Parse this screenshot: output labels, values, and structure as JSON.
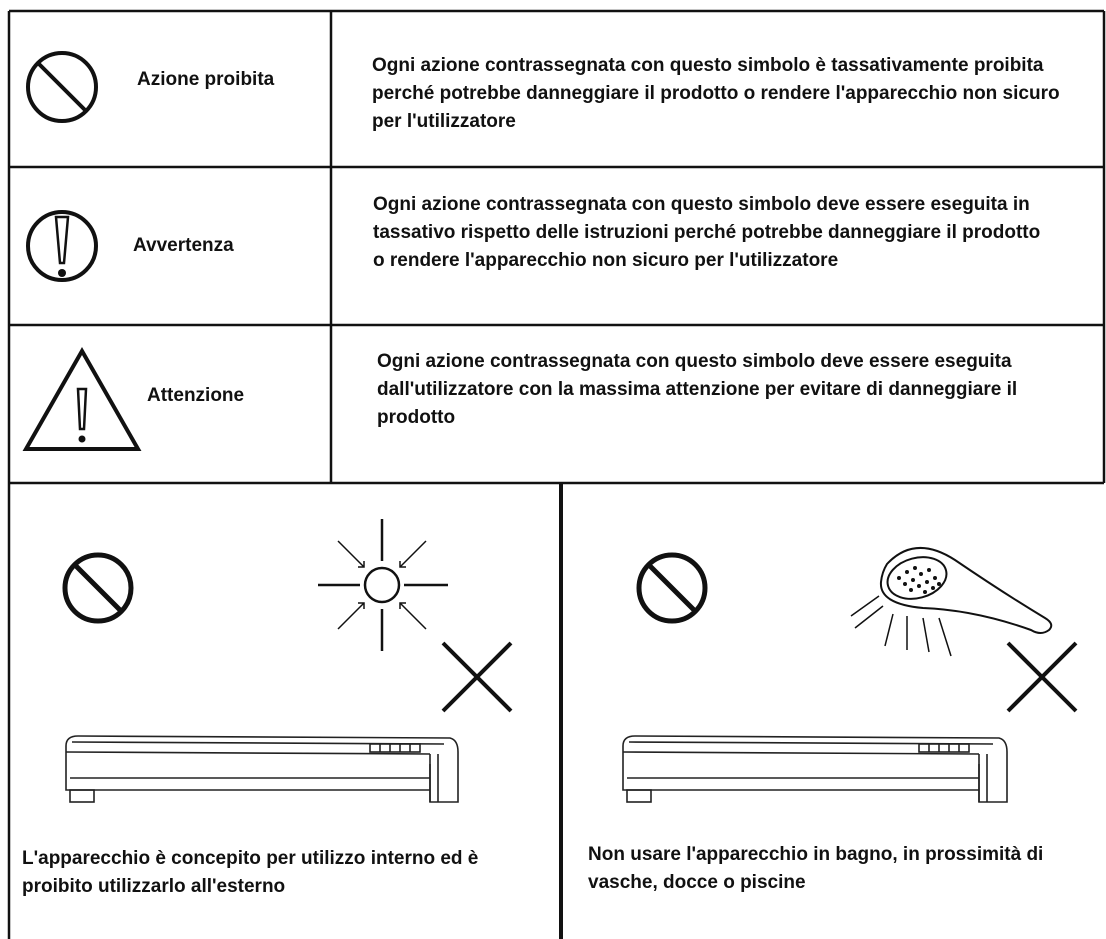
{
  "legend": [
    {
      "label": "Azione proibita",
      "icon": "prohibited-icon",
      "description": "Ogni azione contrassegnata con questo simbolo è tassativamente proibita perché potrebbe danneggiare il prodotto o rendere l'apparecchio non sicuro per l'utilizzatore"
    },
    {
      "label": "Avvertenza",
      "icon": "exclamation-circle-icon",
      "description": "Ogni azione contrassegnata con questo simbolo deve essere eseguita in tassativo rispetto delle istruzioni perché potrebbe danneggiare il prodotto o rendere l'apparecchio non sicuro per l'utilizzatore"
    },
    {
      "label": "Attenzione",
      "icon": "warning-triangle-icon",
      "description": "Ogni azione contrassegnata con questo simbolo deve essere eseguita dall'utilizzatore con la massima attenzione per evitare di danneggiare il prodotto"
    }
  ],
  "panels": [
    {
      "caption": "L'apparecchio è concepito per utilizzo interno ed è proibito utilizzarlo all'esterno"
    },
    {
      "caption": "Non usare l'apparecchio in bagno, in prossimità di vasche, docce o piscine"
    }
  ]
}
